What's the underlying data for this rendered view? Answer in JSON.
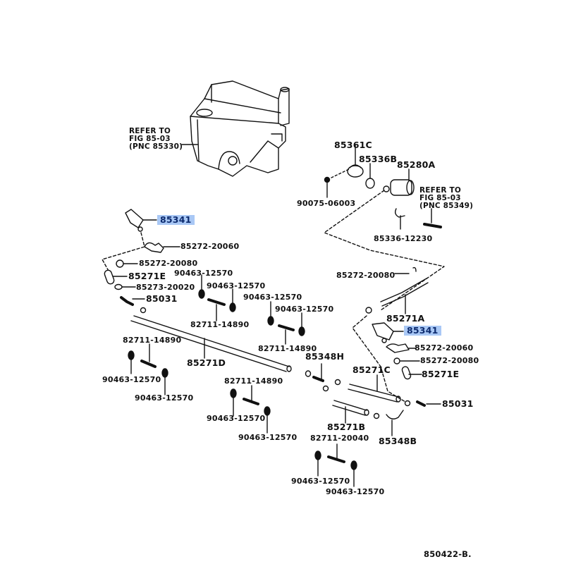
{
  "diagram": {
    "type": "parts-exploded-view",
    "figure_code": "850422-B.",
    "highlight_color": "#a9c8f5",
    "references": [
      {
        "id": "ref-tank",
        "text": "REFER TO\nFIG 85-03\n(PNC 85330)"
      },
      {
        "id": "ref-pump",
        "text": "REFER TO\nFIG 85-03\n(PNC 85349)"
      }
    ],
    "labels": {
      "p85361C": "85361C",
      "p85336B": "85336B",
      "p85280A": "85280A",
      "p90075": "90075-06003",
      "p8533612230": "85336-12230",
      "p85341_left": "85341",
      "p85272_20060_left": "85272-20060",
      "p85272_20080_left": "85272-20080",
      "p85271E_left": "85271E",
      "p85273_20020": "85273-20020",
      "p85031_left": "85031",
      "c1": "90463-12570",
      "c2": "90463-12570",
      "c3": "90463-12570",
      "c4": "90463-12570",
      "k1": "82711-14890",
      "k2": "82711-14890",
      "p85272_20080_right_top": "85272-20080",
      "p85271A": "85271A",
      "p85341_right": "85341",
      "p85272_20060_right": "85272-20060",
      "p85272_20080_right": "85272-20080",
      "p85271E_right": "85271E",
      "p85031_right": "85031",
      "p85348H": "85348H",
      "p85271C": "85271C",
      "p85271D": "85271D",
      "k3": "82711-14890",
      "c5": "90463-12570",
      "c6": "90463-12570",
      "k4": "82711-14890",
      "c7": "90463-12570",
      "c8": "90463-12570",
      "p85271B": "85271B",
      "p85348B": "85348B",
      "k5": "82711-20040",
      "c9": "90463-12570",
      "c10": "90463-12570"
    }
  }
}
